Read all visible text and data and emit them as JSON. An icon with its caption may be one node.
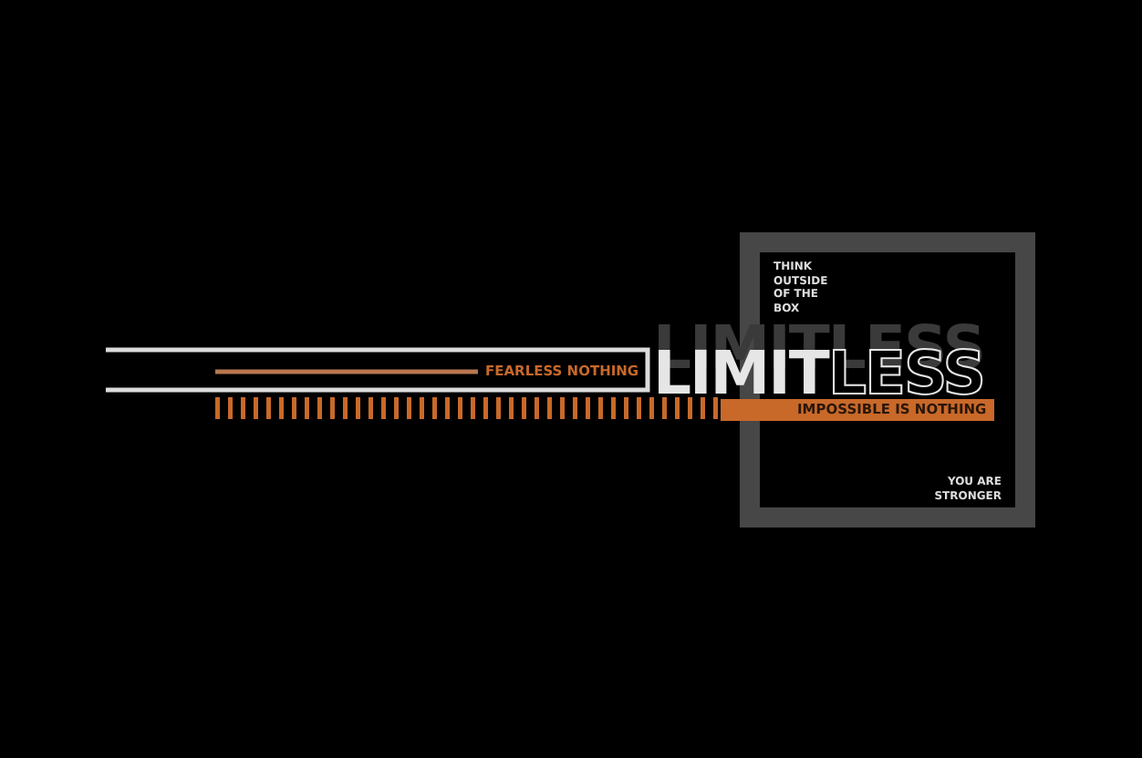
{
  "diagram": {
    "labels": [
      "THINK OUTSIDE OF THE BOX",
      "LIMITLESS",
      "FEARLESS NOTHING",
      "**LIMIT**LESS",
      "IMPOSSIBLE IS NOTHING",
      "YOU ARE STRONGER"
    ]
  }
}
